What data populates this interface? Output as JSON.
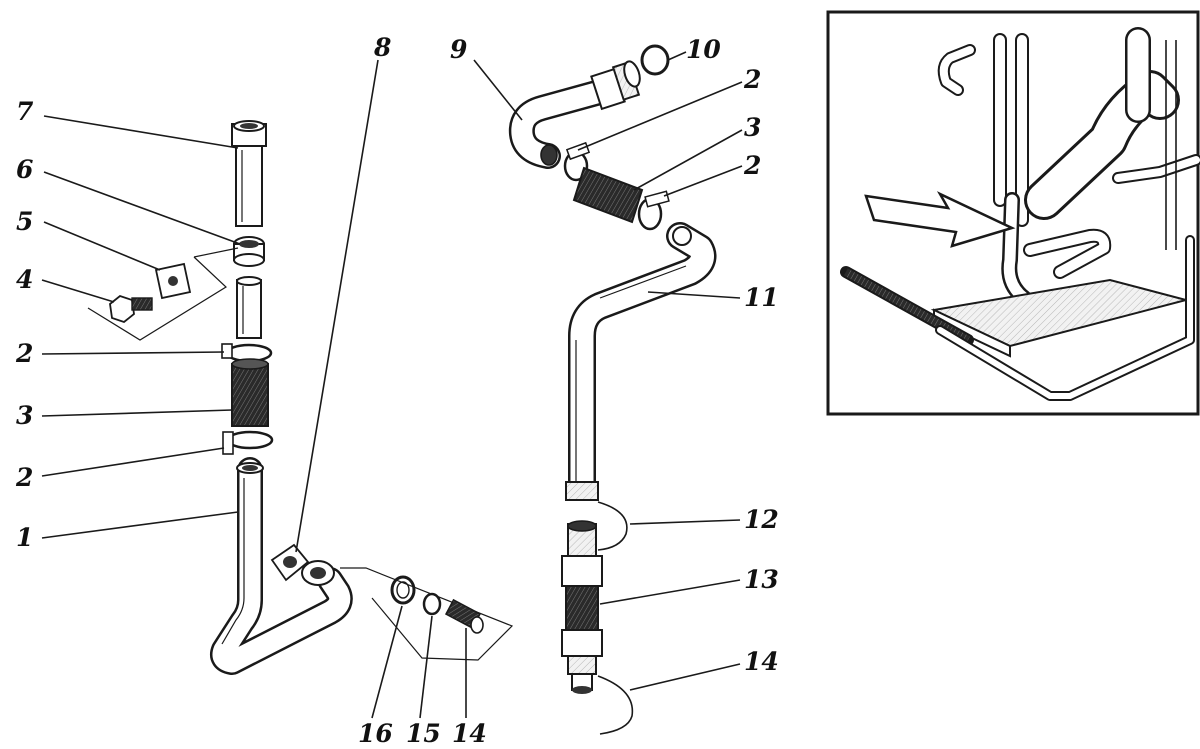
{
  "diagram": {
    "labels": {
      "l1": "1",
      "l2a": "2",
      "l2b": "2",
      "l2c": "2",
      "l2d": "2",
      "l3a": "3",
      "l3b": "3",
      "l4": "4",
      "l5": "5",
      "l6": "6",
      "l7": "7",
      "l8": "8",
      "l9": "9",
      "l10": "10",
      "l11": "11",
      "l12": "12",
      "l13": "13",
      "l14a": "14",
      "l14b": "14",
      "l15": "15",
      "l16": "16"
    },
    "colors": {
      "ink": "#1a1a1a",
      "paper": "#ffffff"
    }
  }
}
